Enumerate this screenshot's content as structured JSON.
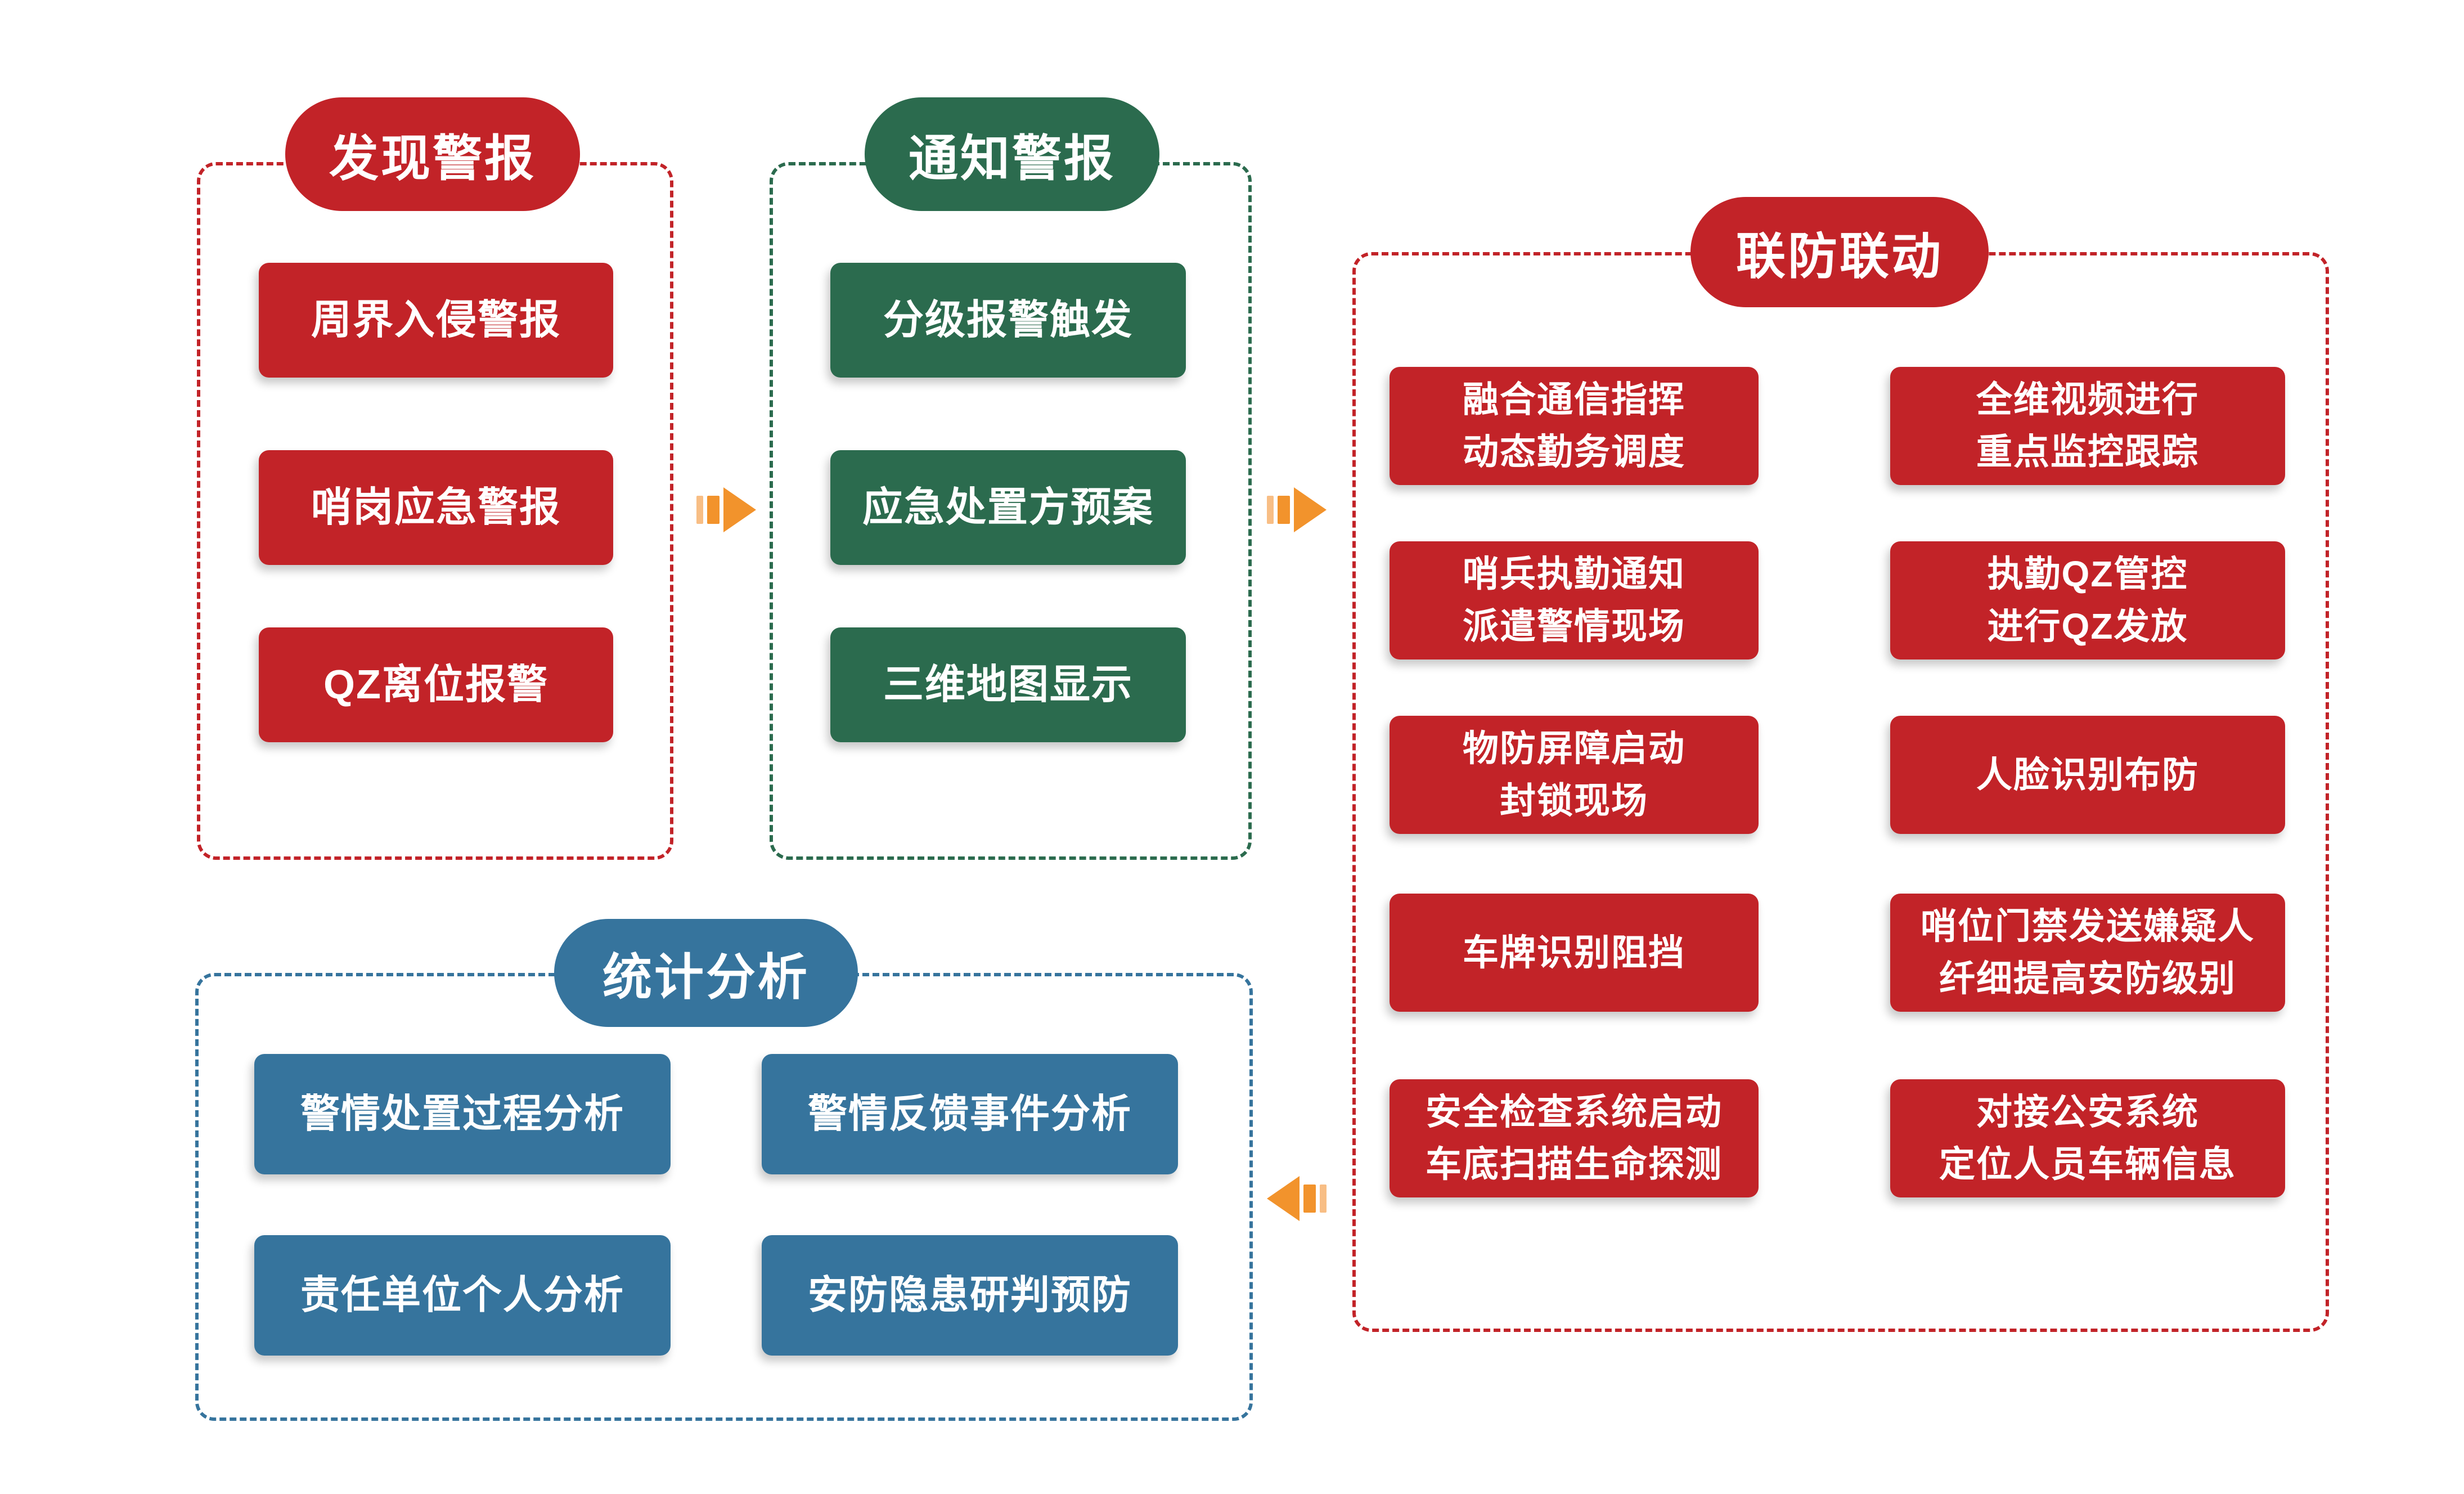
{
  "colors": {
    "red": "#C22328",
    "green": "#2B6B4E",
    "blue": "#36749D",
    "orange": "#F2932C",
    "orange_light": "#F8BE85",
    "text": "#FFFFFF",
    "background": "#FFFFFF"
  },
  "groups": {
    "discover": {
      "title": "发现警报",
      "items": [
        "周界入侵警报",
        "哨岗应急警报",
        "QZ离位报警"
      ]
    },
    "notify": {
      "title": "通知警报",
      "items": [
        "分级报警触发",
        "应急处置方预案",
        "三维地图显示"
      ]
    },
    "linkage": {
      "title": "联防联动",
      "left_items": [
        "融合通信指挥\n动态勤务调度",
        "哨兵执勤通知\n派遣警情现场",
        "物防屏障启动\n封锁现场",
        "车牌识别阻挡",
        "安全检查系统启动\n车底扫描生命探测"
      ],
      "right_items": [
        "全维视频进行\n重点监控跟踪",
        "执勤QZ管控\n进行QZ发放",
        "人脸识别布防",
        "哨位门禁发送嫌疑人\n纤细提高安防级别",
        "对接公安系统\n定位人员车辆信息"
      ]
    },
    "stats": {
      "title": "统计分析",
      "items": [
        "警情处置过程分析",
        "警情反馈事件分析",
        "责任单位个人分析",
        "安防隐患研判预防"
      ]
    }
  }
}
